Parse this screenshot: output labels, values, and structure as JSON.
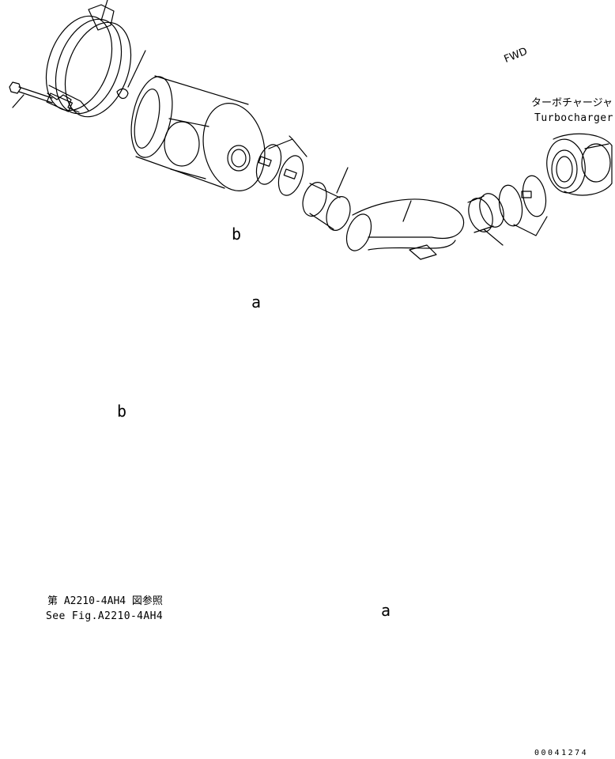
{
  "turbocharger": {
    "label_jp": "ターボチャージャ",
    "label_en": "Turbocharger"
  },
  "forward_arrow": {
    "label": "FWD"
  },
  "arrow_markers": {
    "a_label": "a",
    "b_label": "b"
  },
  "reference": {
    "label_jp": "第 A2210-4AH4 図参照",
    "label_en": "See Fig.A2210-4AH4"
  },
  "drawing_number": "00041274"
}
